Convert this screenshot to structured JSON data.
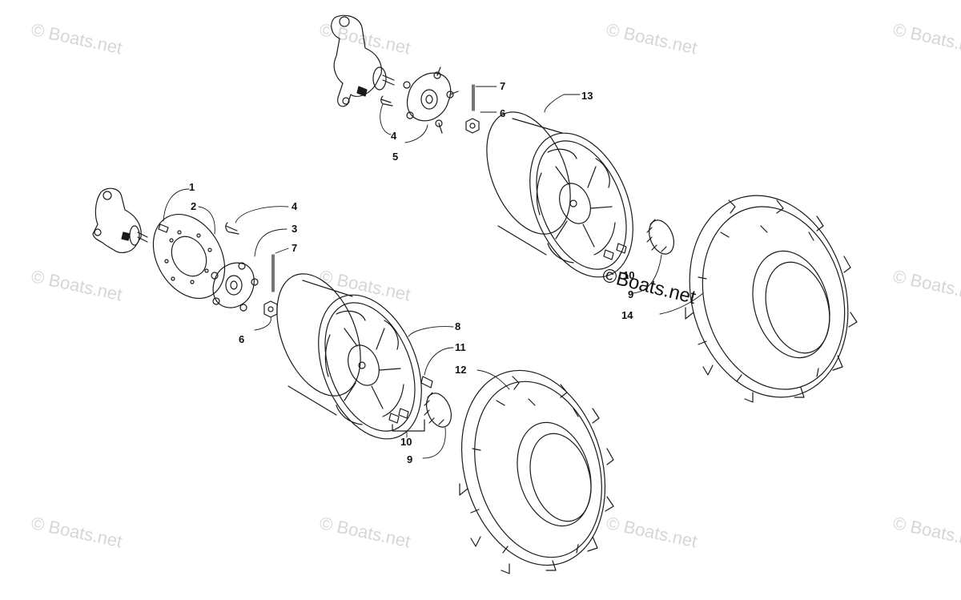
{
  "watermark": {
    "text": "© Boats.net",
    "center_text": "©Boats.net"
  },
  "callouts": {
    "c1": "1",
    "c2": "2",
    "c3": "3",
    "c4a": "4",
    "c4b": "4",
    "c5": "5",
    "c6a": "6",
    "c6b": "6",
    "c7a": "7",
    "c7b": "7",
    "c8": "8",
    "c9a": "9",
    "c9b": "9",
    "c10a": "10",
    "c10b": "10",
    "c11": "11",
    "c12": "12",
    "c13": "13",
    "c14": "14"
  },
  "colors": {
    "line": "#1a1a1a",
    "watermark": "#d6d6d6"
  }
}
